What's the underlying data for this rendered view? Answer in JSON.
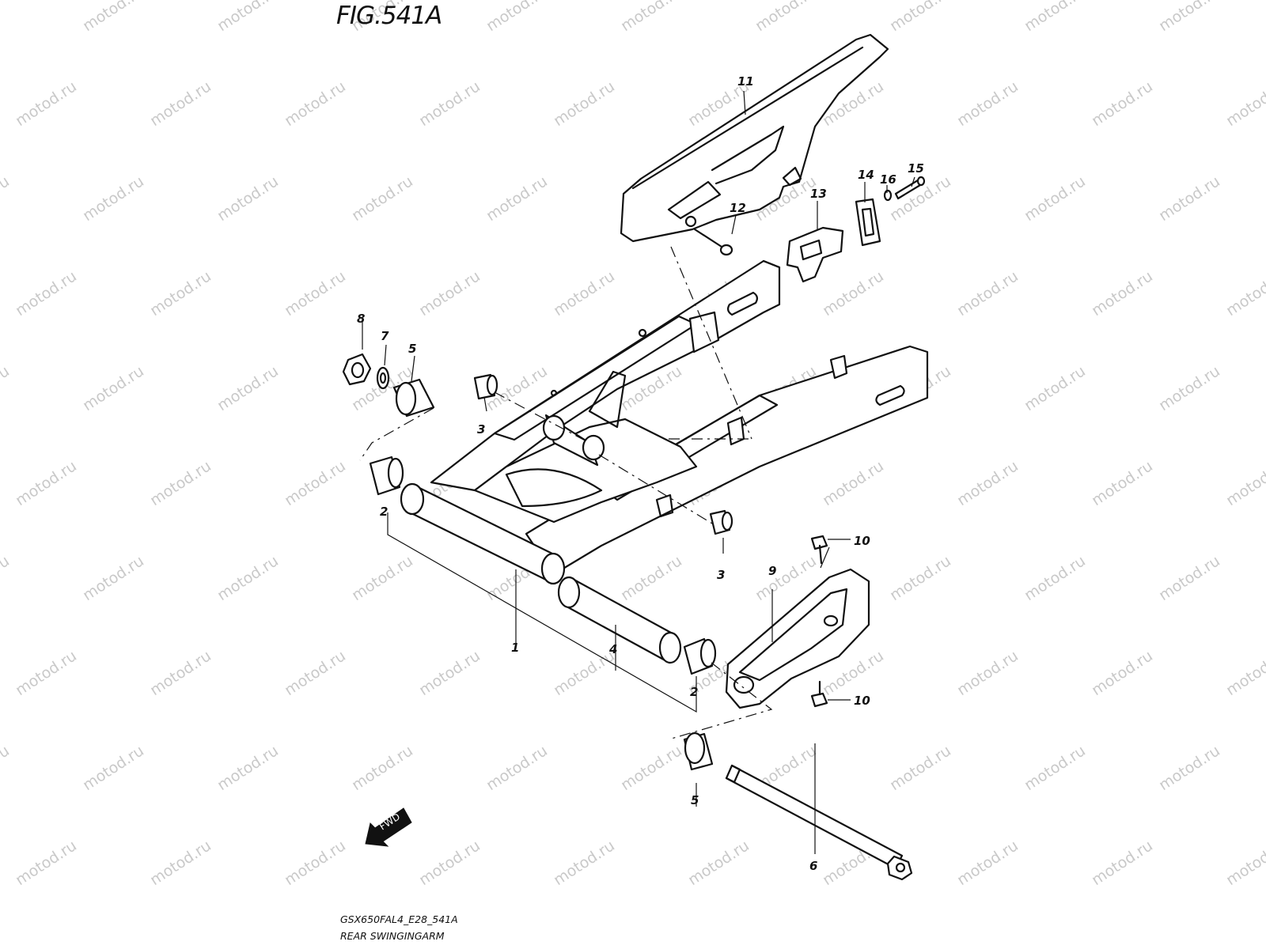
{
  "figure": {
    "title": "FIG.541A",
    "code": "GSX650FAL4_E28_541A",
    "name": "REAR SWINGINGARM"
  },
  "watermark": "motod.ru",
  "fwd_label": "FWD",
  "callouts": {
    "c1": "1",
    "c2a": "2",
    "c2b": "2",
    "c3a": "3",
    "c3b": "3",
    "c4": "4",
    "c5a": "5",
    "c5b": "5",
    "c6": "6",
    "c7": "7",
    "c8": "8",
    "c9": "9",
    "c10a": "10",
    "c10b": "10",
    "c11": "11",
    "c12": "12",
    "c13": "13",
    "c14": "14",
    "c15": "15",
    "c16": "16"
  }
}
